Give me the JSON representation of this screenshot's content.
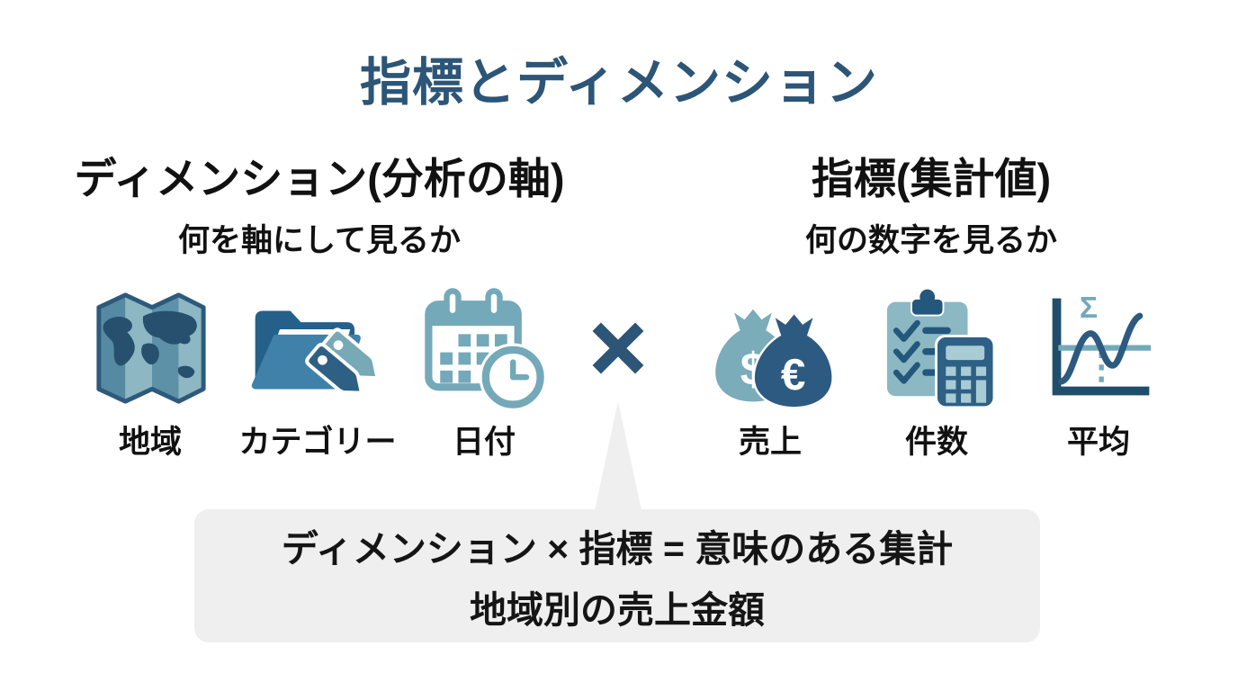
{
  "slide": {
    "title": "指標とディメンション",
    "left": {
      "heading": "ディメンション(分析の軸)",
      "subheading": "何を軸にして見るか",
      "items": [
        {
          "label": "地域",
          "icon": "world-map-icon"
        },
        {
          "label": "カテゴリー",
          "icon": "folder-tags-icon"
        },
        {
          "label": "日付",
          "icon": "calendar-clock-icon"
        }
      ]
    },
    "operator": "×",
    "right": {
      "heading": "指標(集計値)",
      "subheading": "何の数字を見るか",
      "items": [
        {
          "label": "売上",
          "icon": "money-bags-icon"
        },
        {
          "label": "件数",
          "icon": "clipboard-calculator-icon"
        },
        {
          "label": "平均",
          "icon": "average-graph-icon"
        }
      ]
    },
    "callout": {
      "line1": "ディメンション × 指標 = 意味のある集計",
      "line2": "地域別の売上金額"
    },
    "icon_glyphs": {
      "dollar": "$",
      "euro": "€",
      "sigma": "Σ"
    },
    "colors": {
      "title_navy": "#2c5577",
      "icon_dark_navy": "#2d5a80",
      "icon_medium_blue": "#3f81a8",
      "icon_teal": "#74a9b9",
      "icon_light_teal": "#8cb8c4",
      "callout_bg": "#efefef",
      "text": "#151515",
      "background": "#ffffff"
    }
  }
}
